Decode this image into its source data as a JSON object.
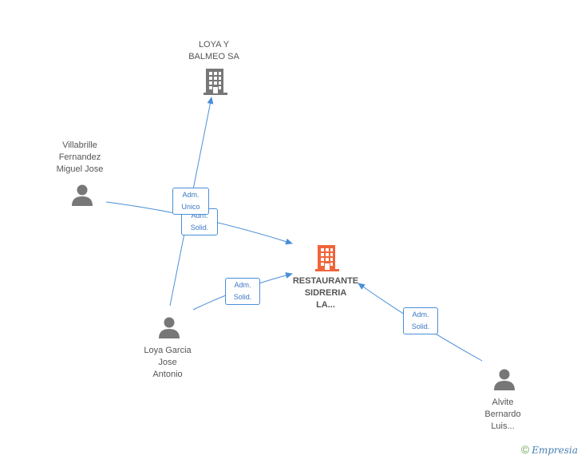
{
  "colors": {
    "edge": "#4a8fd8",
    "company": "#777777",
    "main_company": "#f0643a",
    "person": "#777777"
  },
  "nodes": {
    "loya_balmeo": {
      "label": "LOYA Y\nBALMEO SA",
      "icon": "building-icon"
    },
    "villabrille": {
      "label": "Villabrille\nFernandez\nMiguel Jose",
      "icon": "person-icon"
    },
    "restaurante": {
      "label": "RESTAURANTE\nSIDRERIA\nLA...",
      "icon": "building-icon"
    },
    "loya_garcia": {
      "label": "Loya Garcia\nJose\nAntonio",
      "icon": "person-icon"
    },
    "alvite": {
      "label": "Alvite\nBernardo\nLuis...",
      "icon": "person-icon"
    }
  },
  "edges": {
    "adm_unico": "Adm.\nUnico",
    "adm_solid_1": "Adm.\nSolid.",
    "adm_solid_2": "Adm.\nSolid.",
    "adm_solid_3": "Adm.\nSolid."
  },
  "footer": {
    "copyright": "©",
    "brand": "Empresia"
  }
}
